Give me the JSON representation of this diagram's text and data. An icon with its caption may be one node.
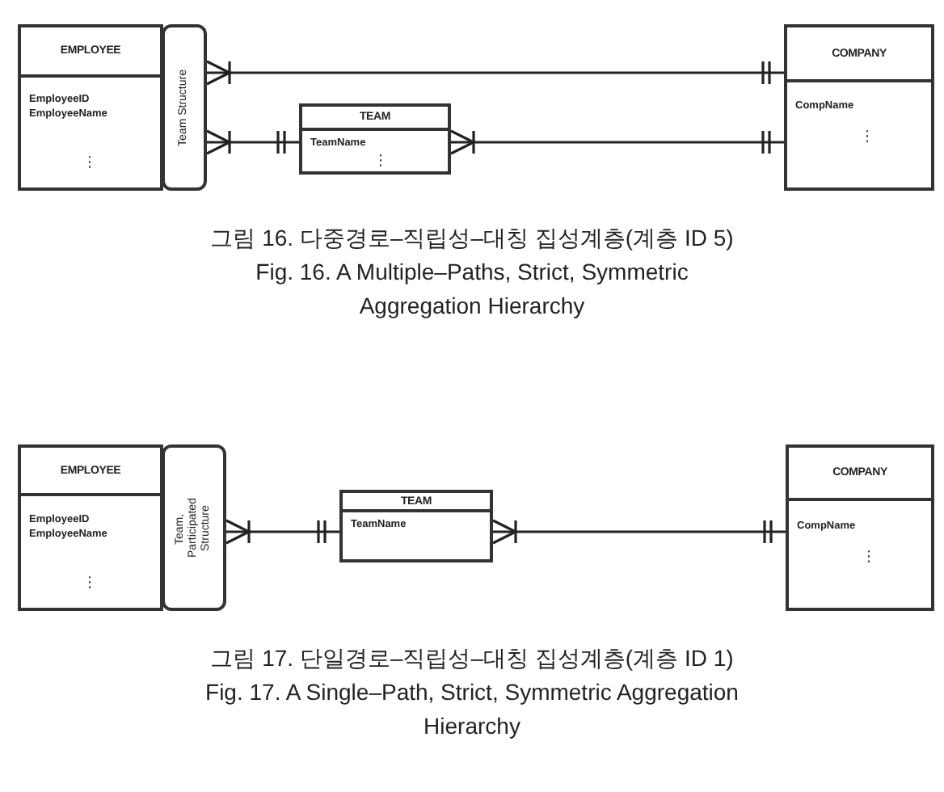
{
  "diagram": {
    "nodes": [
      {
        "text": [
          "EMPLOYEE",
          "EmployeeID EmployeeName",
          "⋮"
        ]
      },
      {
        "text": [
          "Team Structure"
        ]
      },
      {
        "text": [
          "TEAM",
          "TeamName",
          "⋮"
        ]
      },
      {
        "text": [
          "COMPANY",
          "CompName",
          "⋮"
        ]
      },
      {
        "text": [
          "EMPLOYEE",
          "EmployeeID EmployeeName",
          "⋮"
        ]
      },
      {
        "text": [
          "Team, Participated Structure"
        ]
      },
      {
        "text": [
          "TEAM",
          "TeamName"
        ]
      },
      {
        "text": [
          "COMPANY",
          "CompName",
          "⋮"
        ]
      }
    ],
    "edges": [
      {
        "from": 1,
        "to": 3,
        "arrow": "other"
      },
      {
        "from": 1,
        "to": 2,
        "arrow": "other"
      },
      {
        "from": 2,
        "to": 3,
        "arrow": "other"
      },
      {
        "from": 5,
        "to": 6,
        "arrow": "other"
      },
      {
        "from": 6,
        "to": 7,
        "arrow": "other"
      }
    ],
    "labels": [
      "그림 16. 다중경로–직립성–대칭 집성계층(계층 ID 5)",
      "Fig. 16. A Multiple–Paths, Strict, Symmetric Aggregation Hierarchy",
      "그림 17. 단일경로–직립성–대칭 집성계층(계층 ID 1)",
      "Fig. 17. A Single–Path, Strict, Symmetric Aggregation Hierarchy"
    ]
  }
}
